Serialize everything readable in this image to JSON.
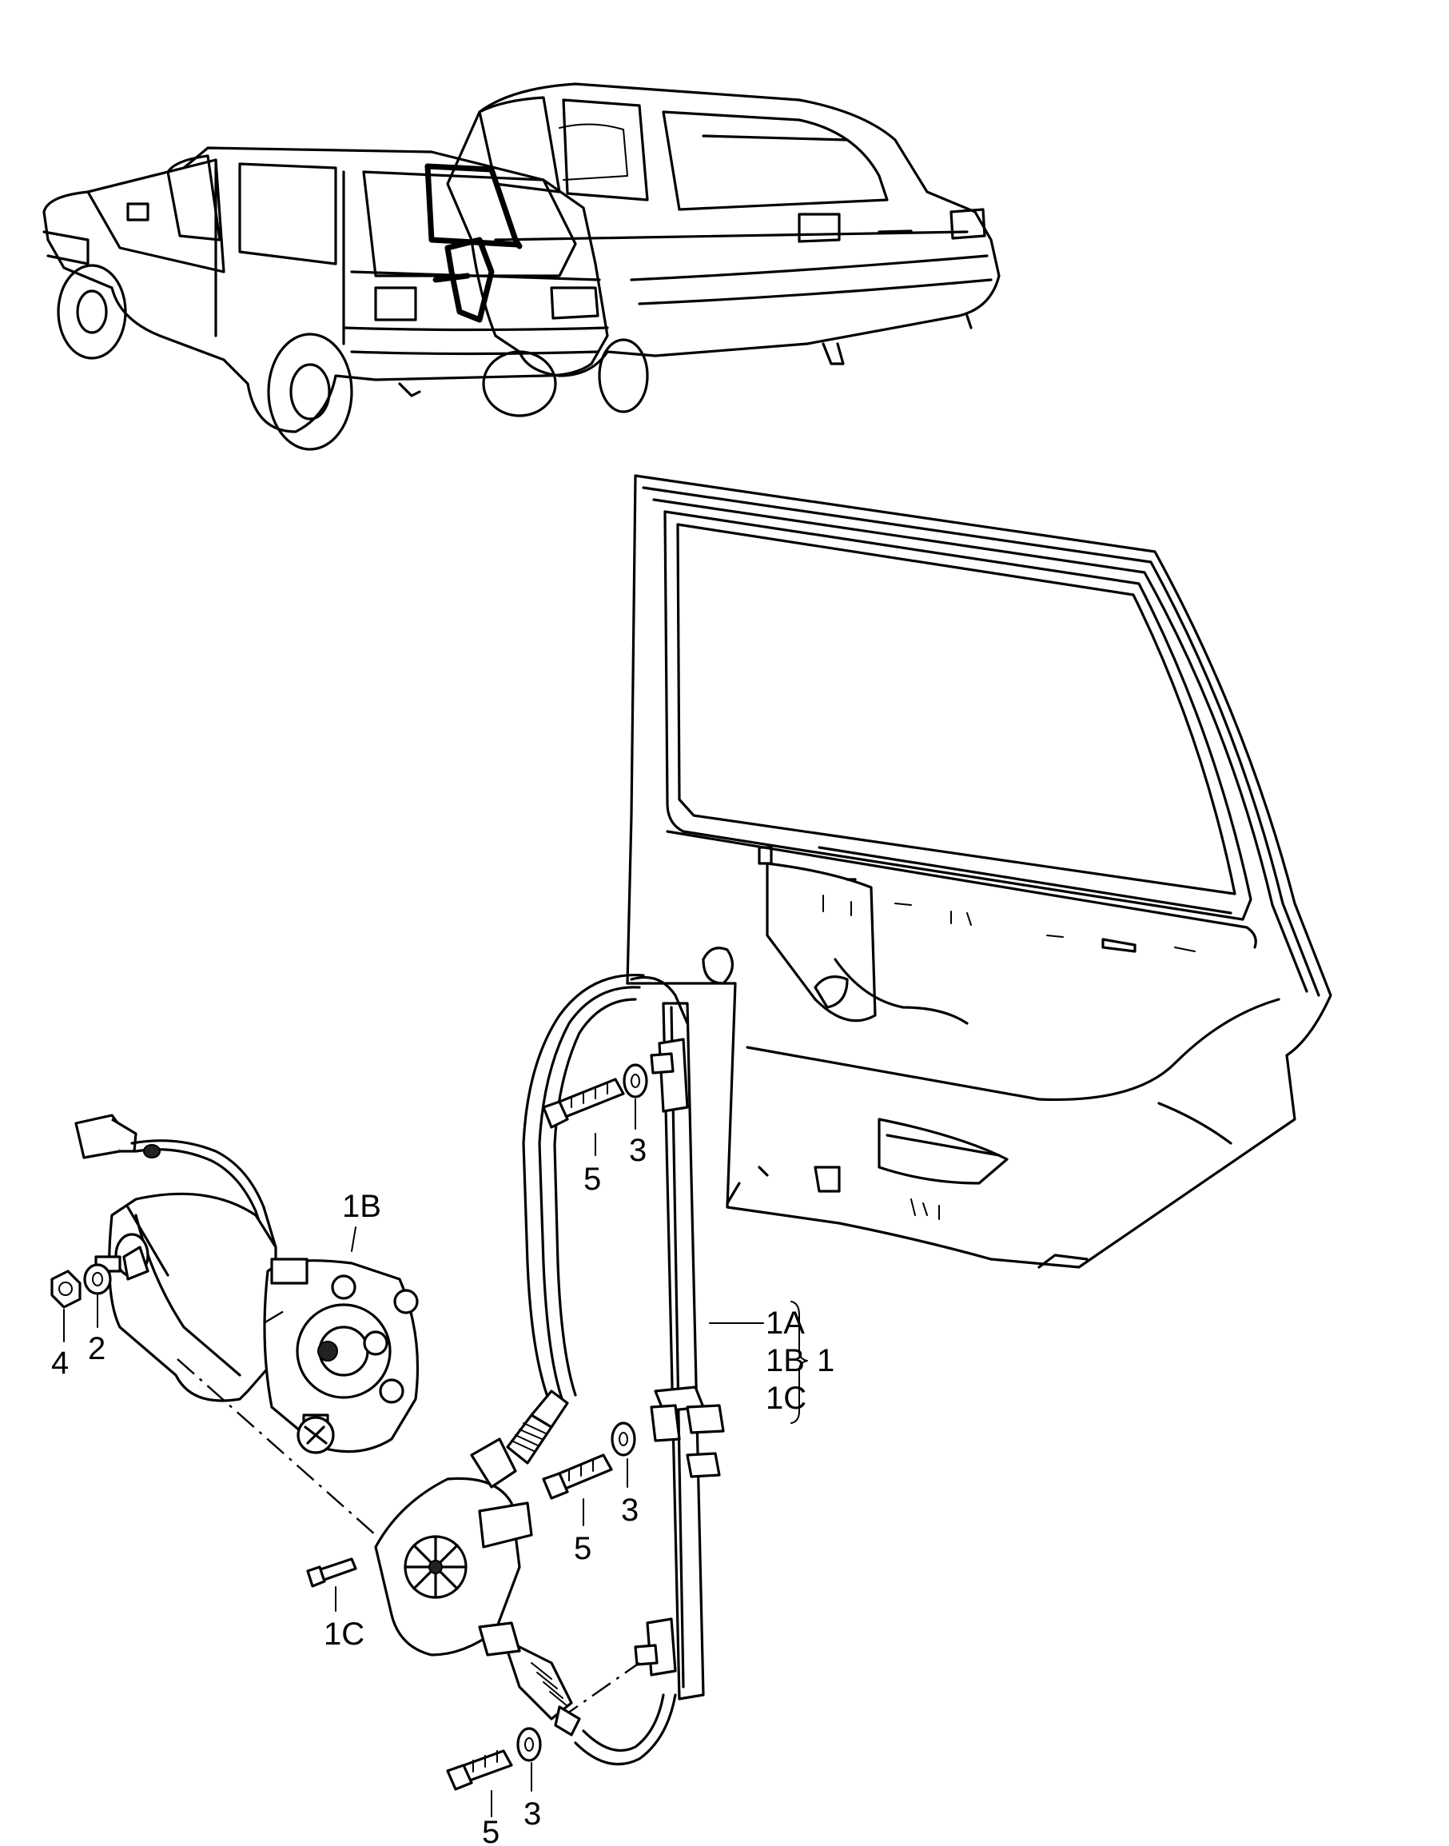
{
  "callouts": [
    {
      "id": "c-1b-top",
      "text": "1B"
    },
    {
      "id": "c-4",
      "text": "4"
    },
    {
      "id": "c-2",
      "text": "2"
    },
    {
      "id": "c-5-top",
      "text": "5"
    },
    {
      "id": "c-3-top",
      "text": "3"
    },
    {
      "id": "c-1a",
      "text": "1A"
    },
    {
      "id": "c-1b",
      "text": "1B"
    },
    {
      "id": "c-1c",
      "text": "1C"
    },
    {
      "id": "c-1",
      "text": "1"
    },
    {
      "id": "c-5-mid",
      "text": "5"
    },
    {
      "id": "c-3-mid",
      "text": "3"
    },
    {
      "id": "c-1c-bottom",
      "text": "1C"
    },
    {
      "id": "c-5-bottom",
      "text": "5"
    },
    {
      "id": "c-3-bottom",
      "text": "3"
    }
  ]
}
